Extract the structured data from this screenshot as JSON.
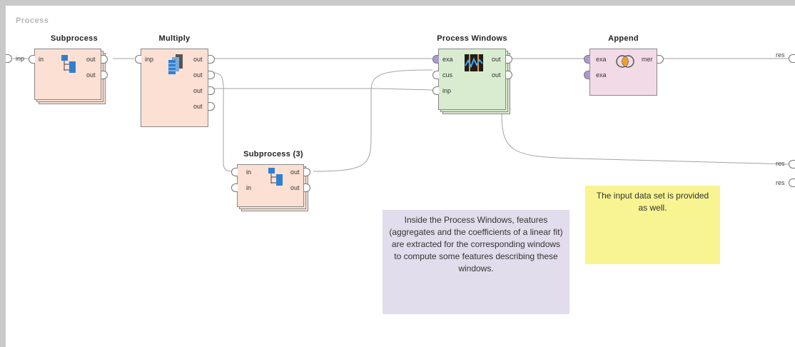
{
  "process": {
    "title": "Process"
  },
  "left_port": {
    "label": "inp"
  },
  "right_ports": [
    "res",
    "res",
    "res"
  ],
  "operators": {
    "subprocess": {
      "title": "Subprocess",
      "in_ports": [
        "in"
      ],
      "out_ports": [
        "out",
        "out"
      ]
    },
    "multiply": {
      "title": "Multiply",
      "in_ports": [
        "inp"
      ],
      "out_ports": [
        "out",
        "out",
        "out",
        "out"
      ]
    },
    "subprocess3": {
      "title": "Subprocess (3)",
      "in_ports": [
        "in",
        "in"
      ],
      "out_ports": [
        "out",
        "out"
      ]
    },
    "process_windows": {
      "title": "Process Windows",
      "in_ports": [
        "exa",
        "cus",
        "inp"
      ],
      "out_ports": [
        "out",
        "out"
      ]
    },
    "append": {
      "title": "Append",
      "in_ports": [
        "exa",
        "exa"
      ],
      "out_ports": [
        "mer"
      ]
    }
  },
  "notes": {
    "windows_note": "Inside the Process Windows, features (aggregates and the coefficients of a linear fit) are extracted for the corresponding windows to compute some features describing these windows.",
    "input_note": "The input data set is provided as well."
  },
  "colors": {
    "subprocess_fill": "#fbe0d3",
    "windows_fill": "#d9ecd0",
    "append_fill": "#f2dbe7",
    "purple_note": "#e2ddec",
    "yellow_note": "#f7f491",
    "purple_port": "#a99bd0"
  },
  "icons": {
    "subprocess": "hierarchy-icon",
    "multiply": "multiply-icon",
    "process_windows": "windows-chart-icon",
    "append": "venn-icon"
  }
}
